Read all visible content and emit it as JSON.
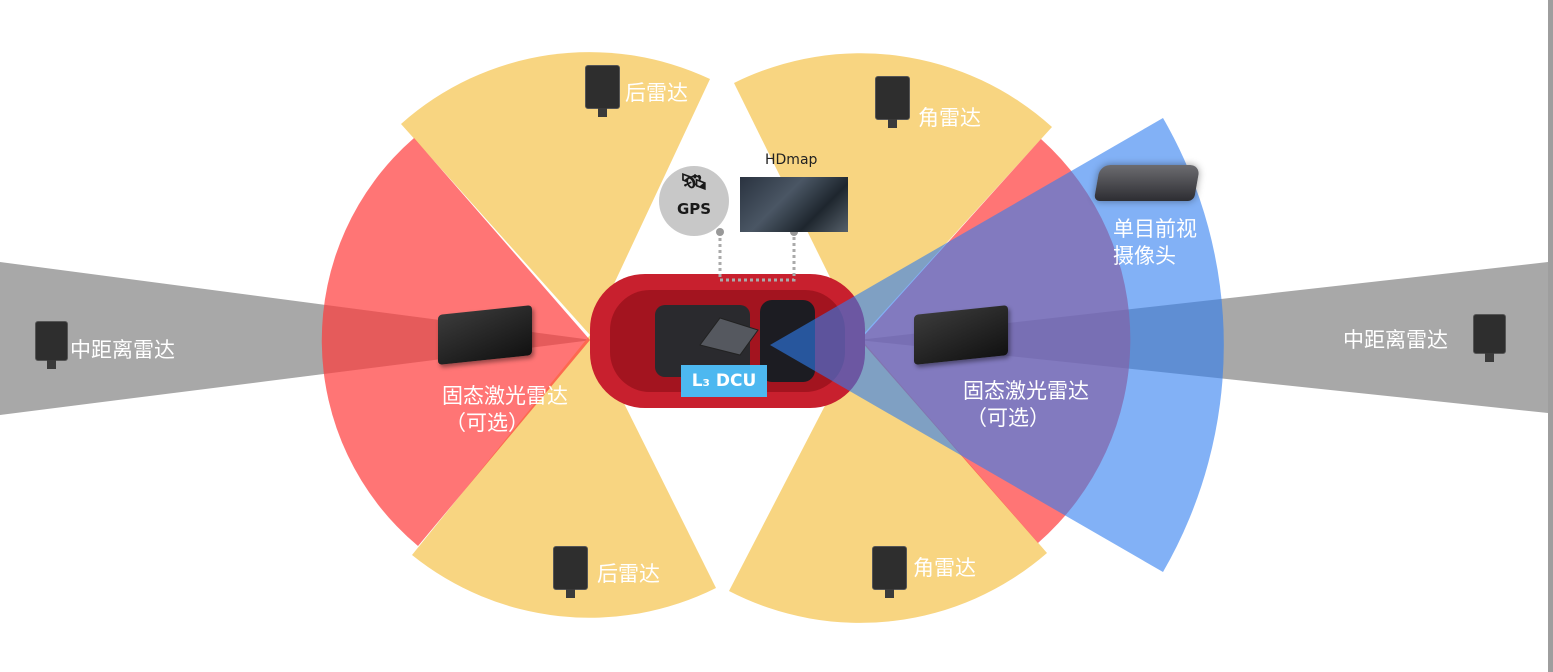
{
  "title": "L3 sensor layout",
  "colors": {
    "short_range_radar": "#F8D581",
    "lidar": "#FF4040",
    "camera": "#4A8FF0",
    "mid_range_radar": "#A8A8A8",
    "dcu": "#4DB8F0",
    "car": "#C8202E"
  },
  "labels": {
    "rear_radar_top": "后雷达",
    "corner_radar_top": "角雷达",
    "rear_radar_bottom": "后雷达",
    "corner_radar_bottom": "角雷达",
    "mid_radar_left": "中距离雷达",
    "mid_radar_right": "中距离雷达",
    "lidar_left_1": "固态激光雷达",
    "lidar_left_2": "（可选）",
    "lidar_right_1": "固态激光雷达",
    "lidar_right_2": "（可选）",
    "camera_1": "单目前视",
    "camera_2": "摄像头",
    "hdmap": "HDmap",
    "gps": "GPS",
    "dcu": "L₃ DCU"
  }
}
